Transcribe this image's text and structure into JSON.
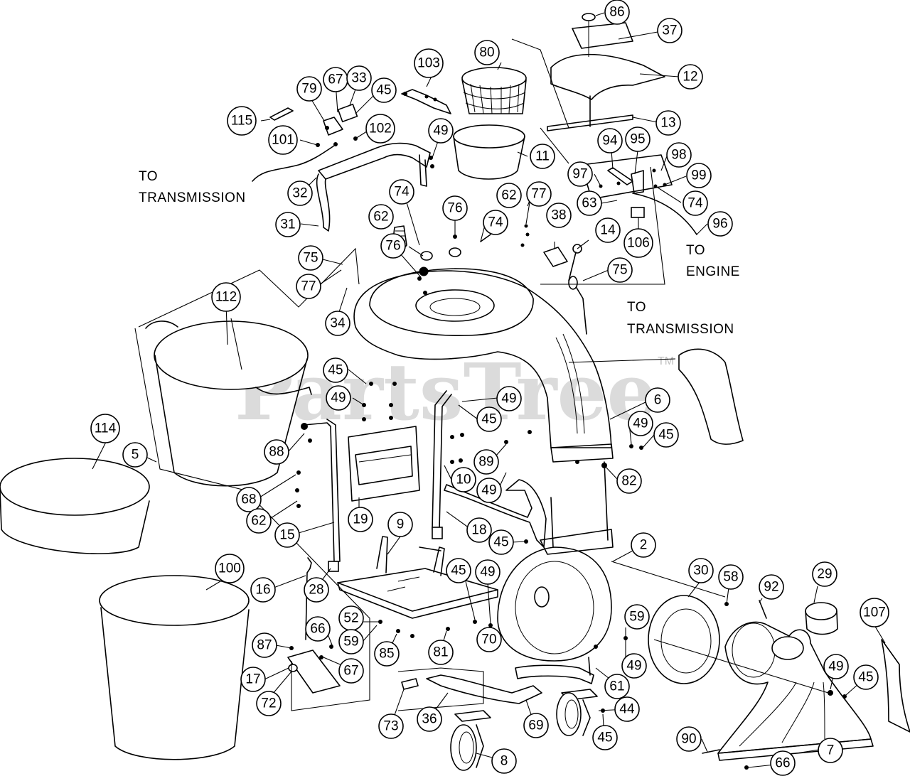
{
  "watermark": {
    "brand": "PartsTree",
    "trademark": "TM"
  },
  "notes": {
    "to_transmission_1_line1": "TO",
    "to_transmission_1_line2": "TRANSMISSION",
    "to_engine_line1": "TO",
    "to_engine_line2": "ENGINE",
    "to_transmission_2_line1": "TO",
    "to_transmission_2_line2": "TRANSMISSION"
  },
  "callouts": [
    "86",
    "37",
    "12",
    "80",
    "103",
    "79",
    "67",
    "33",
    "45",
    "115",
    "101",
    "102",
    "49",
    "13",
    "11",
    "94",
    "95",
    "98",
    "97",
    "99",
    "63",
    "74",
    "96",
    "106",
    "32",
    "31",
    "74",
    "62",
    "76",
    "77",
    "62",
    "74",
    "38",
    "14",
    "75",
    "75",
    "77",
    "34",
    "112",
    "76",
    "45",
    "49",
    "49",
    "45",
    "6",
    "49",
    "45",
    "114",
    "5",
    "88",
    "10",
    "89",
    "49",
    "82",
    "68",
    "62",
    "15",
    "19",
    "18",
    "9",
    "45",
    "2",
    "30",
    "58",
    "29",
    "100",
    "16",
    "28",
    "45",
    "49",
    "92",
    "107",
    "59",
    "52",
    "66",
    "87",
    "59",
    "67",
    "85",
    "81",
    "70",
    "49",
    "17",
    "72",
    "61",
    "49",
    "45",
    "73",
    "36",
    "69",
    "44",
    "45",
    "90",
    "8",
    "7",
    "66"
  ]
}
